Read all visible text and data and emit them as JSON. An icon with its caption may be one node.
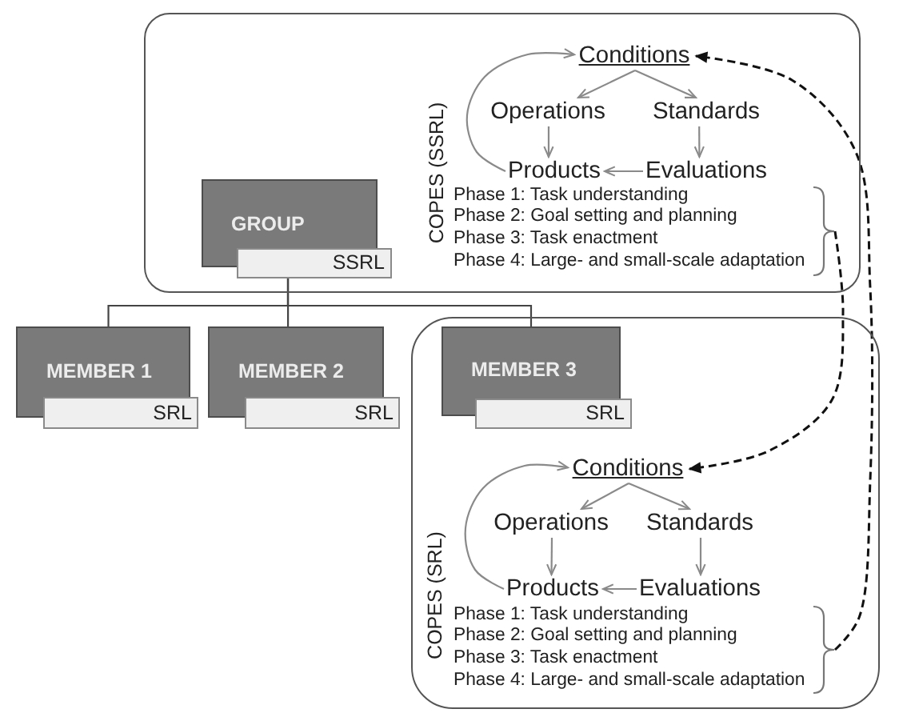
{
  "diagram": {
    "nodes": [
      {
        "text": [
          "COPES (SSRL)"
        ]
      },
      {
        "text": [
          "GROUP"
        ],
        "in": 0
      },
      {
        "text": [
          "SSRL"
        ],
        "in": 0
      },
      {
        "text": [
          "Conditions"
        ],
        "in": 0
      },
      {
        "text": [
          "Operations"
        ],
        "in": 0
      },
      {
        "text": [
          "Standards"
        ],
        "in": 0
      },
      {
        "text": [
          "Products"
        ],
        "in": 0
      },
      {
        "text": [
          "Evaluations"
        ],
        "in": 0
      },
      {
        "text": [
          "Phase 1: Task understanding",
          "Phase 2: Goal setting and planning",
          "Phase 3: Task enactment",
          "Phase 4: Large- and small-scale adaptation"
        ],
        "in": 0
      },
      {
        "text": [
          "MEMBER 1"
        ]
      },
      {
        "text": [
          "SRL"
        ]
      },
      {
        "text": [
          "MEMBER 2"
        ]
      },
      {
        "text": [
          "SRL"
        ]
      },
      {
        "text": [
          "COPES (SRL)"
        ]
      },
      {
        "text": [
          "MEMBER 3"
        ],
        "in": 13
      },
      {
        "text": [
          "SRL"
        ],
        "in": 13
      },
      {
        "text": [
          "Conditions"
        ],
        "in": 13
      },
      {
        "text": [
          "Operations"
        ],
        "in": 13
      },
      {
        "text": [
          "Standards"
        ],
        "in": 13
      },
      {
        "text": [
          "Products"
        ],
        "in": 13
      },
      {
        "text": [
          "Evaluations"
        ],
        "in": 13
      },
      {
        "text": [
          "Phase 1: Task understanding",
          "Phase 2: Goal setting and planning",
          "Phase 3: Task enactment",
          "Phase 4: Large- and small-scale adaptation"
        ],
        "in": 13
      }
    ],
    "edges": [
      {
        "from": 3,
        "to": 4,
        "arrow": "to"
      },
      {
        "from": 3,
        "to": 5,
        "arrow": "to"
      },
      {
        "from": 4,
        "to": 6,
        "arrow": "to"
      },
      {
        "from": 5,
        "to": 7,
        "arrow": "to"
      },
      {
        "from": 7,
        "to": 6,
        "arrow": "to"
      },
      {
        "from": 6,
        "to": 3,
        "arrow": "to"
      },
      {
        "from": 16,
        "to": 17,
        "arrow": "to"
      },
      {
        "from": 16,
        "to": 18,
        "arrow": "to"
      },
      {
        "from": 17,
        "to": 19,
        "arrow": "to"
      },
      {
        "from": 18,
        "to": 20,
        "arrow": "to"
      },
      {
        "from": 20,
        "to": 19,
        "arrow": "to"
      },
      {
        "from": 19,
        "to": 16,
        "arrow": "to"
      },
      {
        "from": 2,
        "to": 9,
        "arrow": "none",
        "color": "#444444"
      },
      {
        "from": 2,
        "to": 11,
        "arrow": "none",
        "color": "#444444"
      },
      {
        "from": 2,
        "to": 14,
        "arrow": "none",
        "color": "#444444"
      },
      {
        "from": 8,
        "to": 16,
        "arrow": "to",
        "style": "dashed",
        "color": "#111111"
      },
      {
        "from": 21,
        "to": 3,
        "arrow": "to",
        "style": "dashed",
        "color": "#111111"
      }
    ]
  }
}
